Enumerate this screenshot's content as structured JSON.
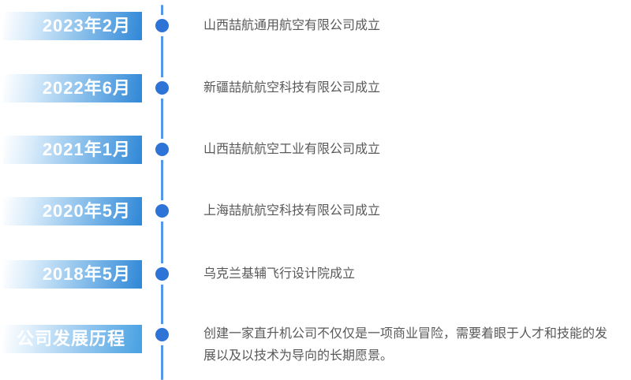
{
  "timeline": {
    "title": "公司发展历程",
    "line_color": "#5597e6",
    "dot_color": "#2e73d6",
    "box_gradient_end": "#2f87d7",
    "header_gradient_end": "#46a0e2",
    "date_text_color": "#ffffff",
    "desc_text_color": "#595959",
    "items": [
      {
        "date": "2023年2月",
        "desc": "山西喆航通用航空有限公司成立"
      },
      {
        "date": "2022年6月",
        "desc": "新疆喆航航空科技有限公司成立"
      },
      {
        "date": "2021年1月",
        "desc": "山西喆航航空工业有限公司成立"
      },
      {
        "date": "2020年5月",
        "desc": "上海喆航航空科技有限公司成立"
      },
      {
        "date": "2018年5月",
        "desc": "乌克兰基辅飞行设计院成立"
      },
      {
        "date": "公司发展历程",
        "desc": "创建一家直升机公司不仅仅是一项商业冒险，需要着眼于人才和技能的发展以及以技术为导向的长期愿景。"
      }
    ]
  }
}
